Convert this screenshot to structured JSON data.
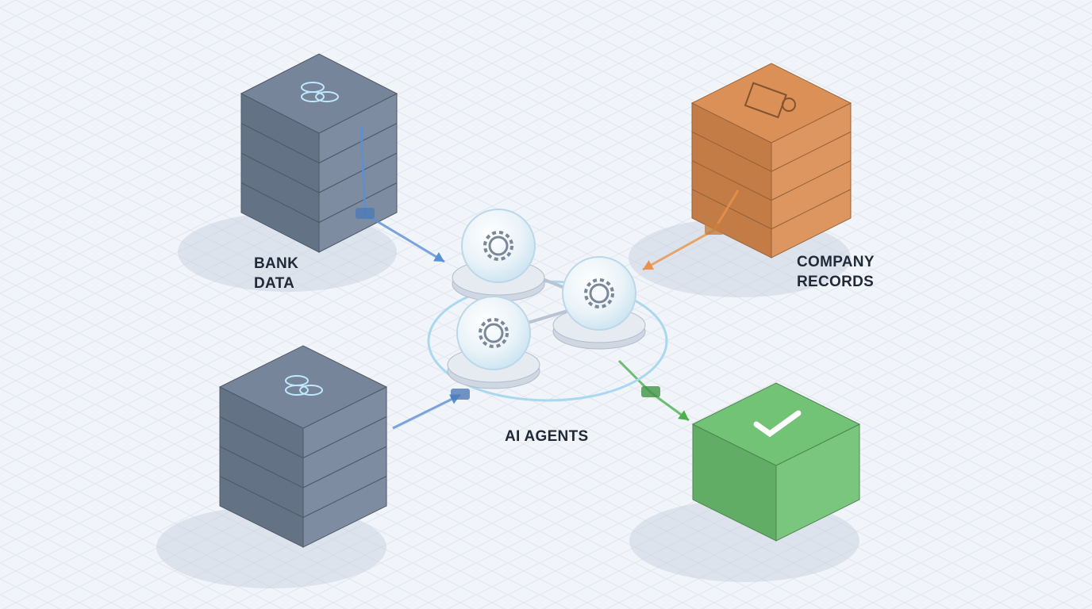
{
  "labels": {
    "bank_data": [
      "BANK",
      "DATA"
    ],
    "company_records": [
      "COMPANY",
      "RECORDS"
    ],
    "ai_agents": "AI AGENTS"
  },
  "colors": {
    "bank": "#6f7f95",
    "company": "#d98a4e",
    "approval": "#6cc070",
    "blue_flow": "#5b8fd6",
    "orange_flow": "#e8924a",
    "green_flow": "#4caf50",
    "agent_glow": "#a9d8f0"
  },
  "blocks": [
    {
      "name": "bank-data-server",
      "color_key": "bank",
      "icon": "coins-icon",
      "layers": 4
    },
    {
      "name": "second-bank-server",
      "color_key": "bank",
      "icon": "coins-icon",
      "layers": 4
    },
    {
      "name": "company-records-server",
      "color_key": "company",
      "icon": "receipt-icon",
      "layers": 4
    },
    {
      "name": "approval-block",
      "color_key": "approval",
      "icon": "checkmark-icon",
      "layers": 1
    }
  ],
  "agents": [
    {
      "name": "ai-agent-1",
      "icon": "gear-icon"
    },
    {
      "name": "ai-agent-2",
      "icon": "gear-icon"
    },
    {
      "name": "ai-agent-3",
      "icon": "gear-icon"
    }
  ]
}
